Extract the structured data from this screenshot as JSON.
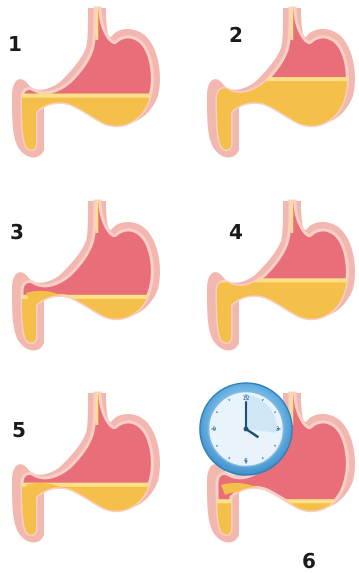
{
  "steps": [
    {
      "label": "1",
      "fill": 0.35
    },
    {
      "label": "2",
      "fill": 0.55
    },
    {
      "label": "3",
      "fill": 0.25
    },
    {
      "label": "4",
      "fill": 0.45
    },
    {
      "label": "5",
      "fill": 0.3
    },
    {
      "label": "6",
      "fill": 0.1
    }
  ],
  "colors": {
    "wall": "#f2b7ae",
    "lumen": "#e86e7a",
    "lumen_light": "#f08c93",
    "chyme": "#f5c04a",
    "chyme_light": "#fbe08c",
    "clock_rim": "#6fb6e6",
    "clock_face": "#e8f3fb"
  },
  "clock": {
    "icon": "clock-icon",
    "numbers": [
      "12",
      "3",
      "6",
      "9"
    ]
  }
}
